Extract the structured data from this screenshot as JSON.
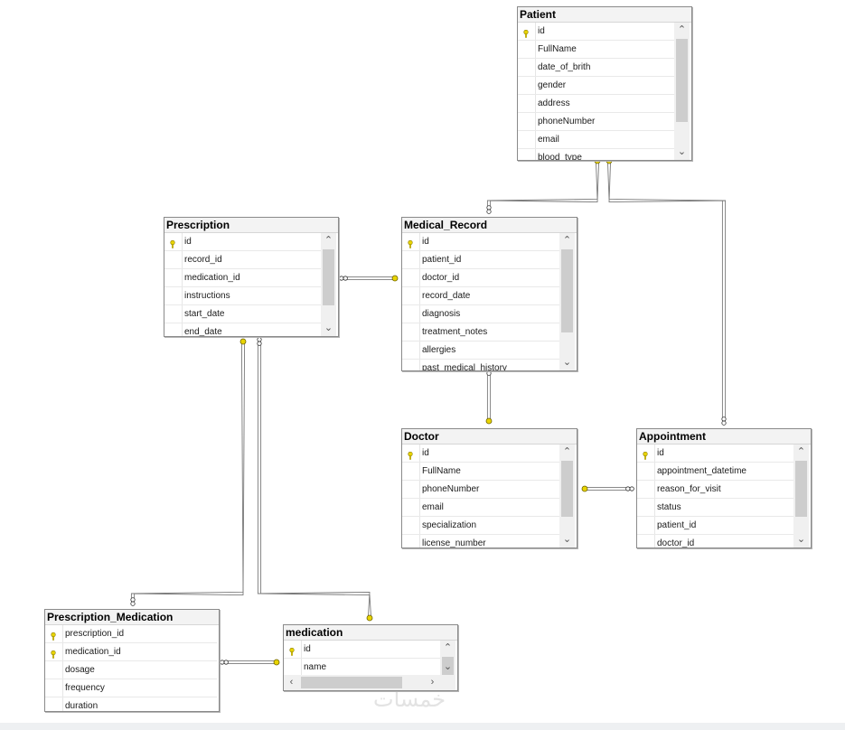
{
  "diagram": {
    "tables": [
      {
        "id": "patient",
        "title": "Patient",
        "columns": [
          {
            "name": "id",
            "pk": true
          },
          {
            "name": "FullName",
            "pk": false
          },
          {
            "name": "date_of_brith",
            "pk": false
          },
          {
            "name": "gender",
            "pk": false
          },
          {
            "name": "address",
            "pk": false
          },
          {
            "name": "phoneNumber",
            "pk": false
          },
          {
            "name": "email",
            "pk": false
          },
          {
            "name": "blood_type",
            "pk": false
          }
        ]
      },
      {
        "id": "prescription",
        "title": "Prescription",
        "columns": [
          {
            "name": "id",
            "pk": true
          },
          {
            "name": "record_id",
            "pk": false
          },
          {
            "name": "medication_id",
            "pk": false
          },
          {
            "name": "instructions",
            "pk": false
          },
          {
            "name": "start_date",
            "pk": false
          },
          {
            "name": "end_date",
            "pk": false
          }
        ]
      },
      {
        "id": "medical_record",
        "title": "Medical_Record",
        "columns": [
          {
            "name": "id",
            "pk": true
          },
          {
            "name": "patient_id",
            "pk": false
          },
          {
            "name": "doctor_id",
            "pk": false
          },
          {
            "name": "record_date",
            "pk": false
          },
          {
            "name": "diagnosis",
            "pk": false
          },
          {
            "name": "treatment_notes",
            "pk": false
          },
          {
            "name": "allergies",
            "pk": false
          },
          {
            "name": "past_medical_history",
            "pk": false
          }
        ]
      },
      {
        "id": "doctor",
        "title": "Doctor",
        "columns": [
          {
            "name": "id",
            "pk": true
          },
          {
            "name": "FullName",
            "pk": false
          },
          {
            "name": "phoneNumber",
            "pk": false
          },
          {
            "name": "email",
            "pk": false
          },
          {
            "name": "specialization",
            "pk": false
          },
          {
            "name": "license_number",
            "pk": false
          }
        ]
      },
      {
        "id": "appointment",
        "title": "Appointment",
        "columns": [
          {
            "name": "id",
            "pk": true
          },
          {
            "name": "appointment_datetime",
            "pk": false
          },
          {
            "name": "reason_for_visit",
            "pk": false
          },
          {
            "name": "status",
            "pk": false
          },
          {
            "name": "patient_id",
            "pk": false
          },
          {
            "name": "doctor_id",
            "pk": false
          }
        ]
      },
      {
        "id": "prescription_medication",
        "title": "Prescription_Medication",
        "columns": [
          {
            "name": "prescription_id",
            "pk": true
          },
          {
            "name": "medication_id",
            "pk": true
          },
          {
            "name": "dosage",
            "pk": false
          },
          {
            "name": "frequency",
            "pk": false
          },
          {
            "name": "duration",
            "pk": false
          }
        ]
      },
      {
        "id": "medication",
        "title": "medication",
        "columns": [
          {
            "name": "id",
            "pk": true
          },
          {
            "name": "name",
            "pk": false
          }
        ]
      }
    ],
    "relationships": [
      {
        "from": "medical_record",
        "to": "patient"
      },
      {
        "from": "appointment",
        "to": "patient"
      },
      {
        "from": "prescription",
        "to": "medical_record"
      },
      {
        "from": "medical_record",
        "to": "doctor"
      },
      {
        "from": "appointment",
        "to": "doctor"
      },
      {
        "from": "prescription_medication",
        "to": "prescription"
      },
      {
        "from": "prescription",
        "to": "medication"
      },
      {
        "from": "prescription_medication",
        "to": "medication"
      }
    ],
    "watermark": "خمسات"
  },
  "colors": {
    "key": "#e8d400",
    "line": "#7a7a7a",
    "title_bg": "#f3f3f3"
  }
}
